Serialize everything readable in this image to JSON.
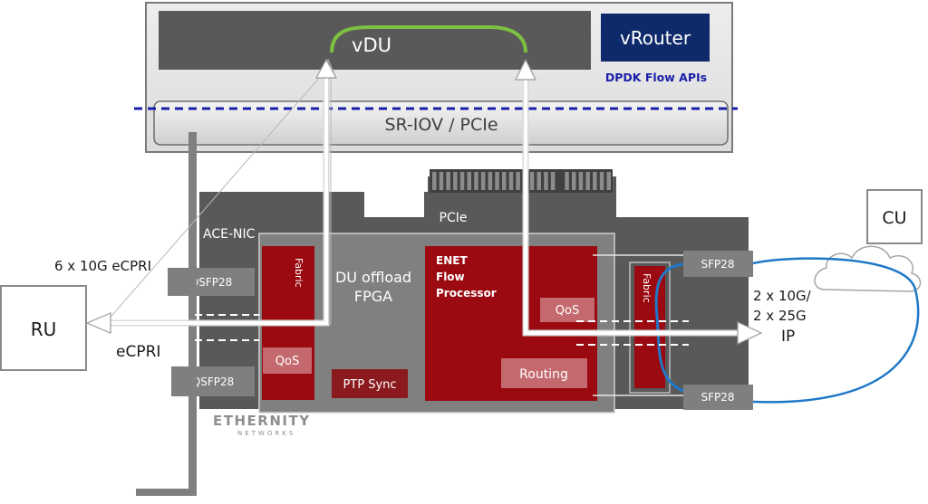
{
  "server": {
    "vdu_label": "vDU",
    "vrouter_label": "vRouter",
    "dpdk_label": "DPDK Flow APIs",
    "sriov_label": "SR-IOV / PCIe"
  },
  "card": {
    "pcie_label": "PCIe",
    "acenic_label": "ACE-NIC",
    "logo_main": "ETHERNITY",
    "logo_sub": "NETWORKS"
  },
  "fpga": {
    "title_line1": "DU offload",
    "title_line2": "FPGA",
    "ptp_label": "PTP Sync",
    "fabric_left_label": "Fabric",
    "qos_left_label": "QoS",
    "enet_line1": "ENET",
    "enet_line2": "Flow",
    "enet_line3": "Processor",
    "qos_enet_label": "QoS",
    "routing_label": "Routing",
    "fabric_right_label": "Fabric"
  },
  "ports": {
    "qsfp_top": "QSFP28",
    "qsfp_bottom": "QSFP28",
    "sfp_top": "SFP28",
    "sfp_bottom": "SFP28"
  },
  "external": {
    "ru_label": "RU",
    "cu_label": "CU",
    "ecpri_speed": "6 x 10G eCPRI",
    "ecpri_label": "eCPRI",
    "ip_speed_line1": "2 x 10G/",
    "ip_speed_line2": "2 x 25G",
    "ip_label": "IP"
  },
  "colors": {
    "server_bg": "#e8e8e8",
    "vdu_box": "#595959",
    "vrouter_box": "#0e2a6b",
    "dpdk_text": "#1a1fa8",
    "dashed_line": "#1a1fa8",
    "card_body": "#595959",
    "fpga_area": "#808080",
    "fabric_red": "#9a0a10",
    "qos_pink": "#c46a6e",
    "port_gray": "#7f7f7f",
    "green_arc": "#7dc142",
    "cable_blue": "#1f78c8"
  }
}
